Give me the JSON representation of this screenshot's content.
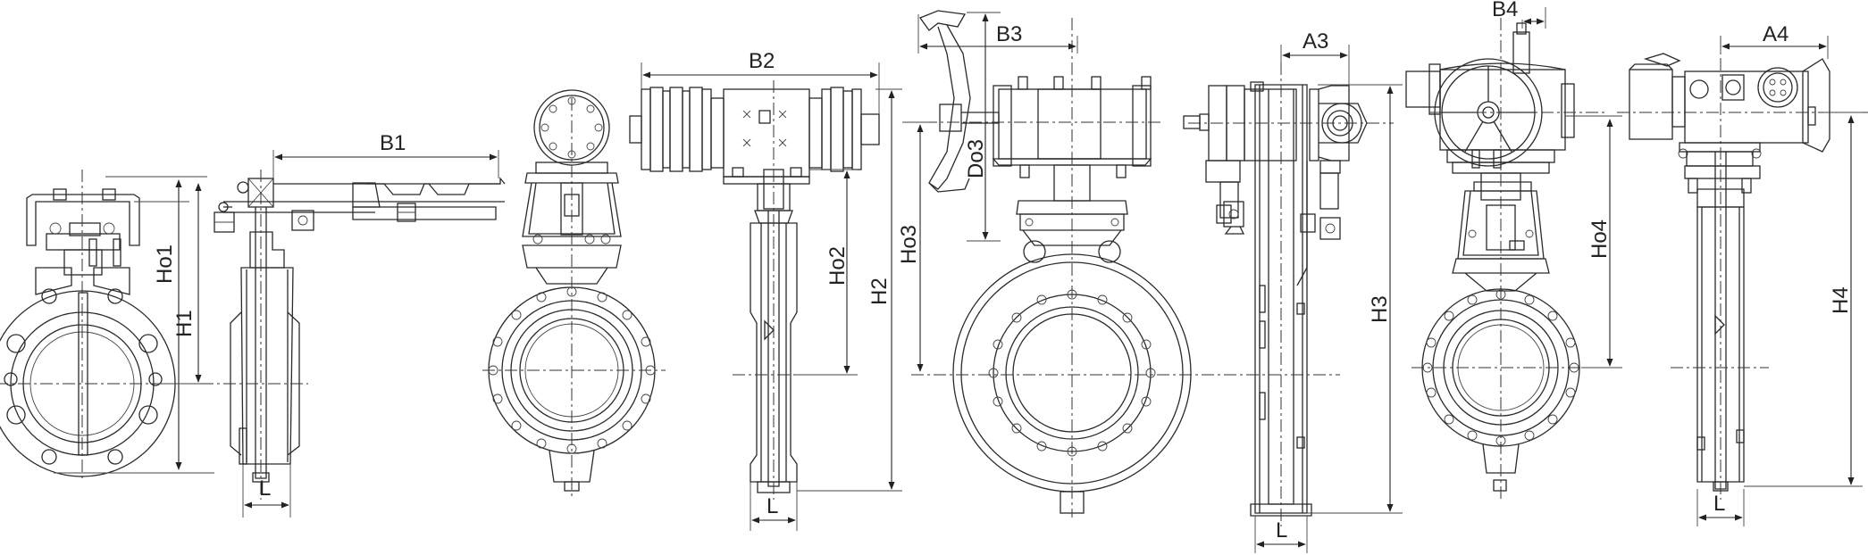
{
  "colors": {
    "line": "#2a2a2a",
    "background": "#ffffff"
  },
  "labels": {
    "B1": "B1",
    "B2": "B2",
    "B3": "B3",
    "B4": "B4",
    "A3": "A3",
    "A4": "A4",
    "Ho1": "Ho1",
    "Ho2": "Ho2",
    "Ho3": "Ho3",
    "Ho4": "Ho4",
    "Do3": "Do3",
    "H1": "H1",
    "H2": "H2",
    "H3": "H3",
    "H4": "H4",
    "L1": "L",
    "L2": "L",
    "L3": "L",
    "L4": "L"
  }
}
